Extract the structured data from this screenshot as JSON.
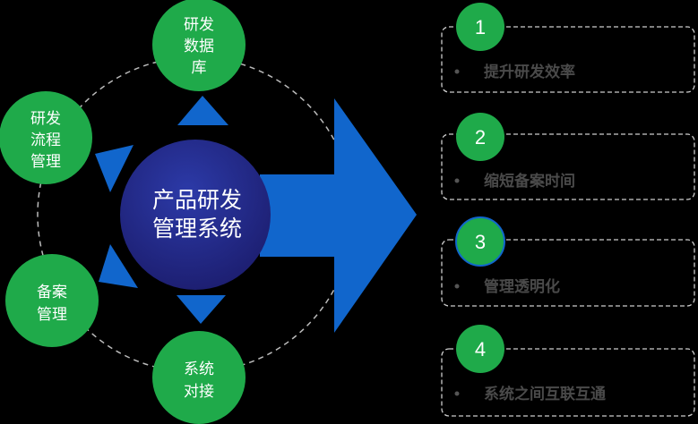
{
  "center": {
    "line1": "产品研发",
    "line2": "管理系统"
  },
  "nodes": [
    {
      "lines": [
        "研发",
        "数据",
        "库"
      ]
    },
    {
      "lines": [
        "研发",
        "流程",
        "管理"
      ]
    },
    {
      "lines": [
        "备案",
        "管理"
      ]
    },
    {
      "lines": [
        "系统",
        "对接"
      ]
    }
  ],
  "benefits": [
    {
      "number": "1",
      "text": "提升研发效率"
    },
    {
      "number": "2",
      "text": "缩短备案时间"
    },
    {
      "number": "3",
      "text": "管理透明化"
    },
    {
      "number": "4",
      "text": "系统之间互联互通"
    }
  ],
  "colors": {
    "green": "#1faa4a",
    "blue": "#1166cc",
    "navy": "#24278a",
    "background": "#000000"
  }
}
